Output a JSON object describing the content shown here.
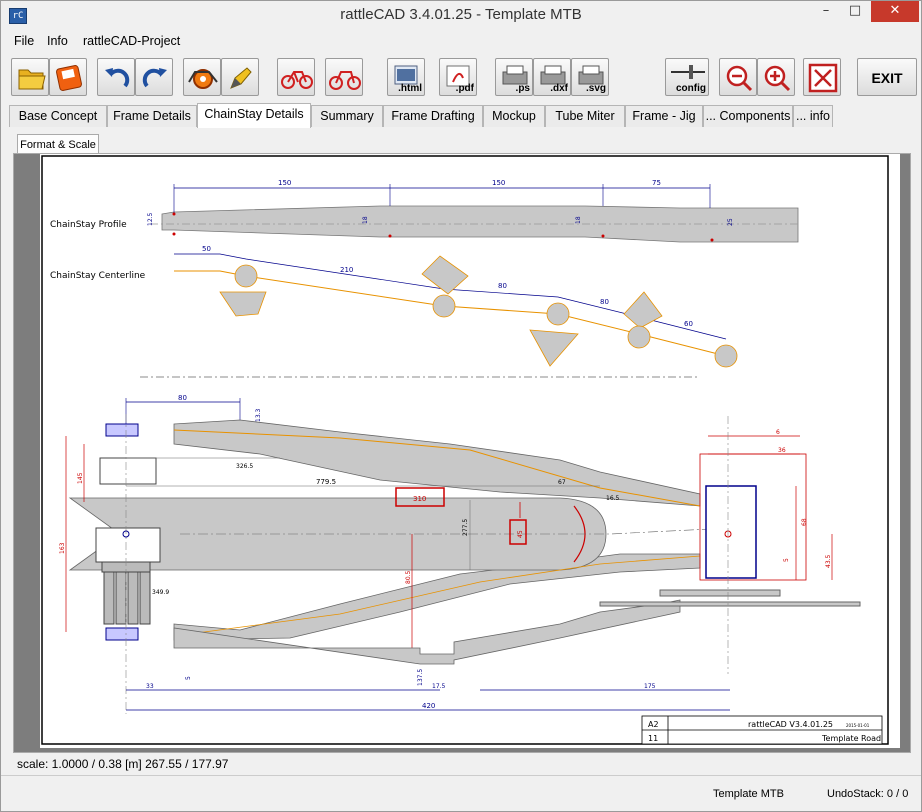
{
  "window": {
    "title": "rattleCAD  3.4.01.25 - Template MTB",
    "app_icon": "rattleCAD-app-icon",
    "minimize_glyph": "–",
    "maximize_glyph": "□",
    "close_glyph": "✕"
  },
  "menu": {
    "items": [
      "File",
      "Info",
      "rattleCAD-Project"
    ]
  },
  "toolbar": {
    "html_label": ".html",
    "pdf_label": ".pdf",
    "ps_label": ".ps",
    "dxf_label": ".dxf",
    "svg_label": ".svg",
    "config_label": "config",
    "exit_label": "EXIT"
  },
  "tabs": {
    "items": [
      "Base Concept",
      "Frame Details",
      "ChainStay Details",
      "Summary",
      "Frame Drafting",
      "Mockup",
      "Tube Miter",
      "Frame - Jig",
      "... Components",
      "... info"
    ],
    "active": "ChainStay Details"
  },
  "subtab": {
    "label": "Format & Scale"
  },
  "drawing": {
    "labels": {
      "profile": "ChainStay Profile",
      "centerline": "ChainStay Centerline"
    },
    "profile_dims": {
      "seg1": "150",
      "seg2": "150",
      "seg3": "75",
      "h1": "12.5",
      "h2": "18",
      "h3": "18",
      "h4": "25"
    },
    "centerline_dims": {
      "d1": "50",
      "d2": "210",
      "d3": "80",
      "d4": "80",
      "d5": "60"
    },
    "plan_dims": {
      "top_width": "80",
      "top_offset": "13.3",
      "r1": "326.5",
      "length1": "779.5",
      "boxed1": "310",
      "len_small": "67",
      "len_small2": "16.5",
      "vertical1": "277.5",
      "boxed2": "45",
      "vertical2": "80.5",
      "left_h": "163",
      "left_h2": "145",
      "r2": "349.9",
      "bottom_a": "33",
      "bottom_b": "5",
      "bottom_c": "137.5",
      "bottom_d": "17.5",
      "bottom_e": "175",
      "total": "420",
      "right_top": "6",
      "right_w": "36",
      "right_h": "68",
      "right_h2": "5",
      "right_far": "43.5"
    },
    "title_block": {
      "format": "A2",
      "product": "rattleCAD  V3.4.01.25",
      "date": "2015-01-01",
      "sheet": "11",
      "project": "Template Road"
    }
  },
  "status": {
    "scale_text": "scale: 1.0000 / 0.38  [m]  267.55 / 177.97",
    "project_name": "Template MTB",
    "undo_text": "UndoStack:  0 / 0"
  },
  "colors": {
    "accent_red": "#cc0000",
    "dim_blue": "#00008b",
    "centerline_orange": "#e89200",
    "tube_gray": "#c8c8c8",
    "close_red": "#c7392b"
  }
}
